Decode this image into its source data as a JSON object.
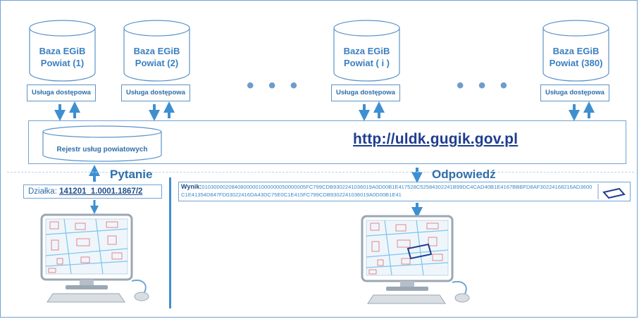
{
  "databases": [
    {
      "line1": "Baza EGiB",
      "line2": "Powiat (1)",
      "service": "Usługa dostępowa"
    },
    {
      "line1": "Baza EGiB",
      "line2": "Powiat (2)",
      "service": "Usługa dostępowa"
    },
    {
      "line1": "Baza EGiB",
      "line2": "Powiat ( i )",
      "service": "Usługa dostępowa"
    },
    {
      "line1": "Baza EGiB",
      "line2": "Powiat (380)",
      "service": "Usługa dostępowa"
    }
  ],
  "ellipsis": "• • •",
  "registry": "Rejestr usług powiatowych",
  "url": "http://uldk.gugik.gov.pl",
  "question_header": "Pytanie",
  "answer_header": "Odpowiedź",
  "query": {
    "label": "Działka: ",
    "value": "141201_1.0001.1867/2"
  },
  "result": {
    "label": "Wynik",
    "wkb": "01030000208408000001000000050000005FC799CDB9302241036019A0D00B1E417528C52584302241B99DC4CAD40B1E4167BBBFD8AF30224168216AD3600C1E41354D847FD03022416DA43DC75E0C1E415FC799CDB9302241036019A0D00B1E41"
  },
  "colors": {
    "accent": "#3a7fc0",
    "url": "#1f3d8f",
    "line": "#3e8fd0"
  }
}
